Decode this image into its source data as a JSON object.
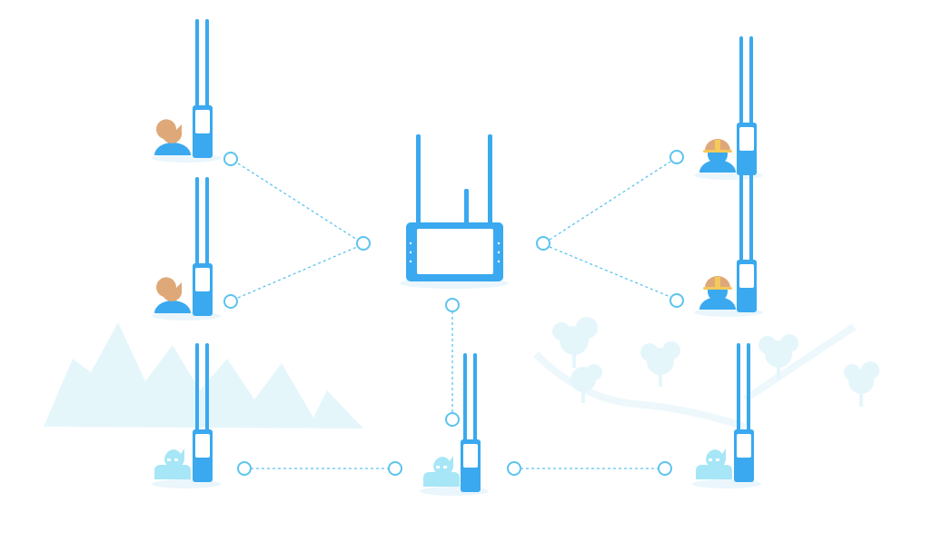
{
  "diagram": {
    "nodes": [
      {
        "name": "radio-operator-top-left",
        "person": "civilian"
      },
      {
        "name": "radio-operator-mid-left",
        "person": "civilian"
      },
      {
        "name": "radio-operator-top-right",
        "person": "worker-helmet"
      },
      {
        "name": "radio-operator-mid-right",
        "person": "worker-helmet"
      },
      {
        "name": "radio-operator-bottom-left",
        "person": "ghost"
      },
      {
        "name": "radio-operator-bottom-center",
        "person": "ghost"
      },
      {
        "name": "radio-operator-bottom-right",
        "person": "ghost"
      },
      {
        "name": "central-base-station",
        "person": "none"
      }
    ],
    "connections": [
      {
        "from": "radio-operator-top-left",
        "to": "central-base-station"
      },
      {
        "from": "radio-operator-mid-left",
        "to": "central-base-station"
      },
      {
        "from": "radio-operator-top-right",
        "to": "central-base-station"
      },
      {
        "from": "radio-operator-mid-right",
        "to": "central-base-station"
      },
      {
        "from": "radio-operator-bottom-center",
        "to": "central-base-station"
      },
      {
        "from": "radio-operator-bottom-left",
        "to": "radio-operator-bottom-center"
      },
      {
        "from": "radio-operator-bottom-center",
        "to": "radio-operator-bottom-right"
      }
    ],
    "colors": {
      "device": "#3aa9ef",
      "device_screen": "#ffffff",
      "line": "#5bc4ee",
      "ghost": "#a6e6f7",
      "skin": "#dfa878",
      "helmet": "#f3c95c",
      "shadow": "#eaf6fc",
      "scenery": "#e5f6fb"
    }
  }
}
